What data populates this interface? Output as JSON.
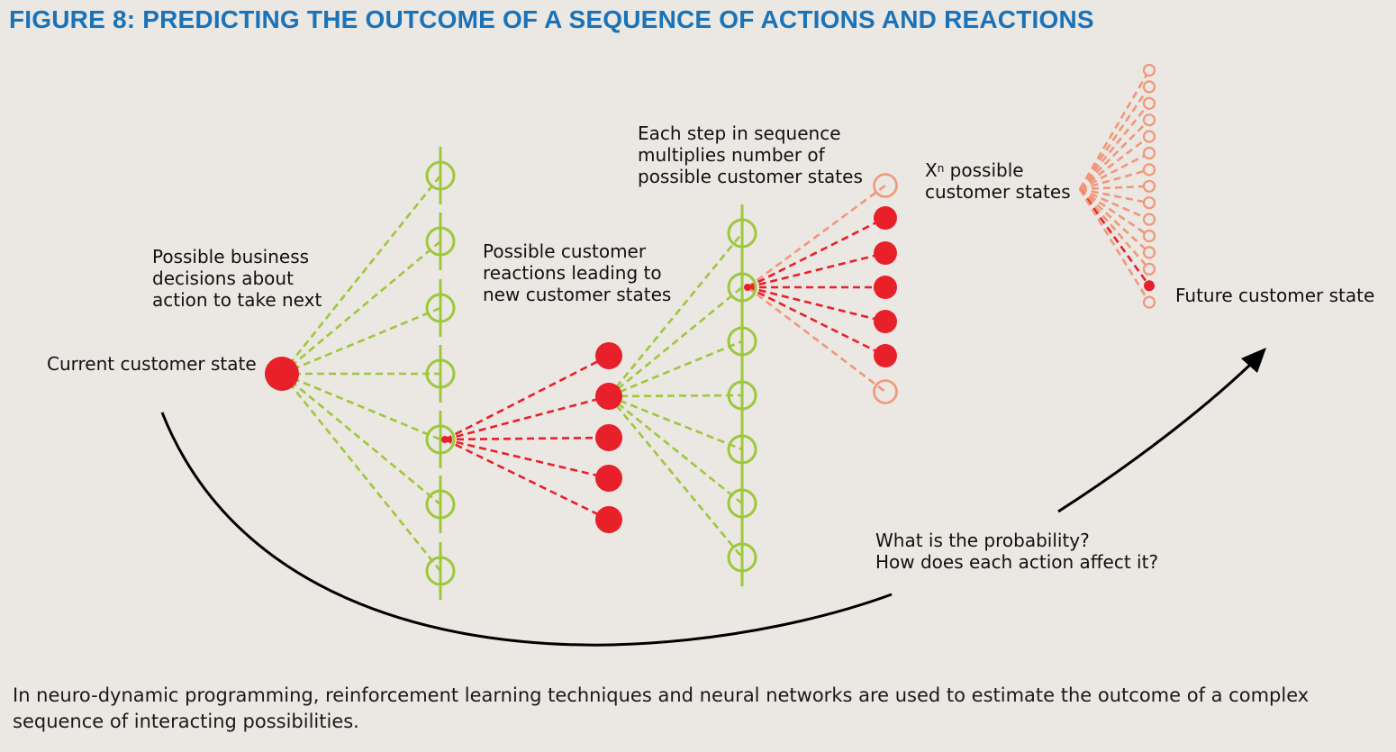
{
  "figure": {
    "title": "FIGURE 8: PREDICTING THE OUTCOME OF A SEQUENCE OF ACTIONS AND REACTIONS",
    "caption": "In neuro-dynamic programming, reinforcement learning techniques and neural networks are used to estimate the outcome of a complex sequence of interacting possibilities."
  },
  "labels": {
    "current_state": "Current customer state",
    "business_decisions": "Possible business\ndecisions about\naction to take next",
    "customer_reactions": "Possible customer\nreactions leading to\nnew customer states",
    "each_step": "Each step in sequence\nmultiplies number of\npossible customer states",
    "xn_base": "X",
    "xn_sup": "n",
    "xn_rest": " possible\ncustomer states",
    "future_state": "Future customer state",
    "question": "What is the probability?\nHow does each action affect it?"
  },
  "colors": {
    "title": "#1a73b8",
    "background": "#ebe7e2",
    "green": "#9cc83c",
    "red": "#e8202a",
    "salmon": "#f0977a",
    "arrow": "#000000"
  }
}
